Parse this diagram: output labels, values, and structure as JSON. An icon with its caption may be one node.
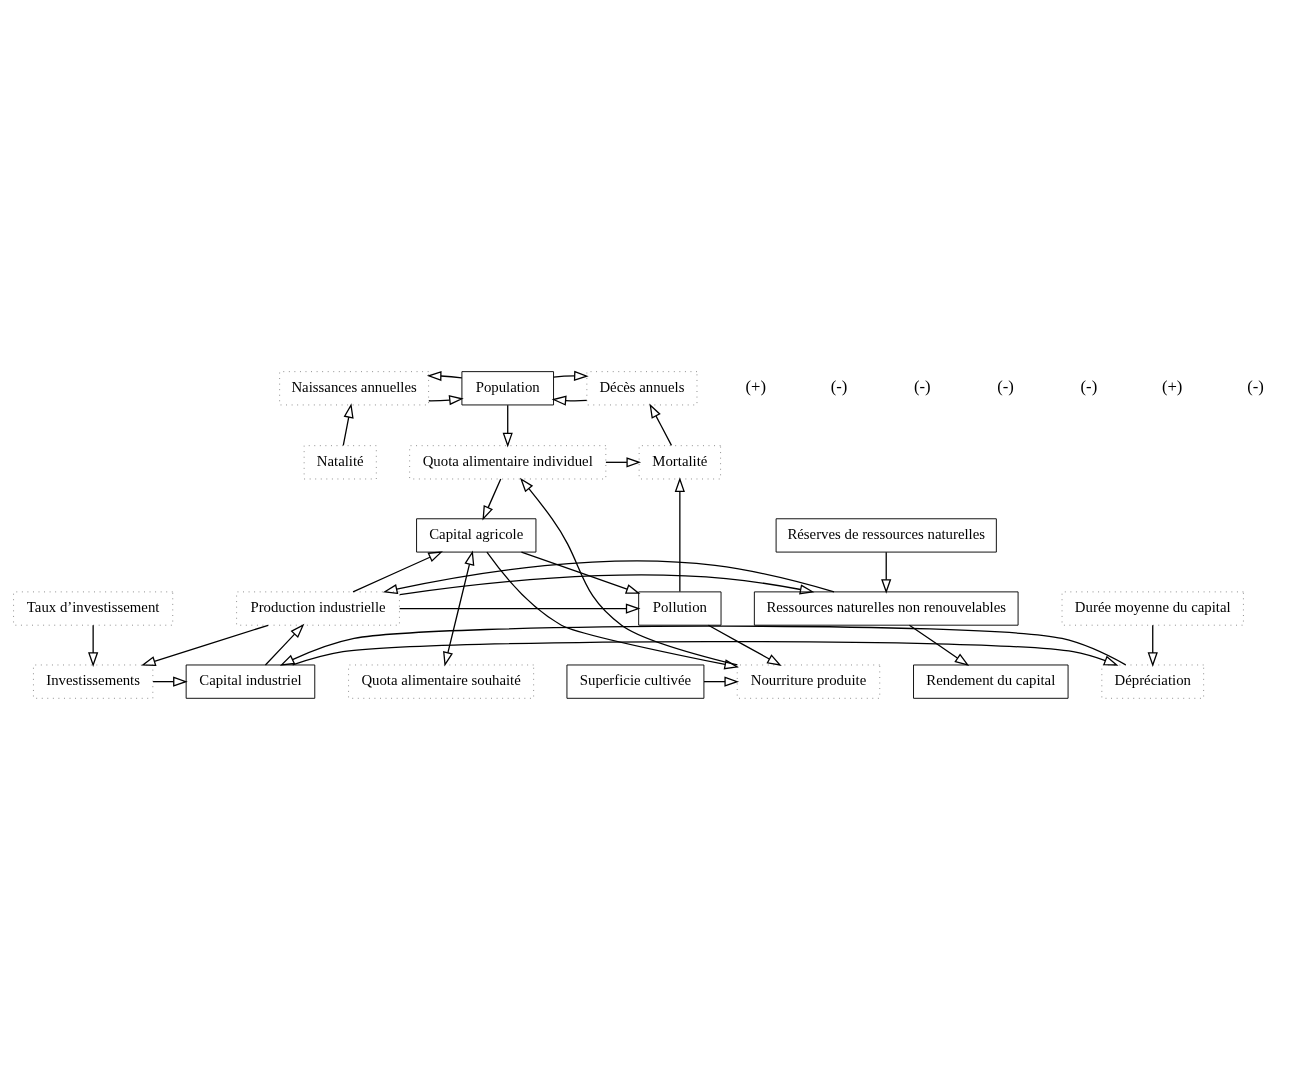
{
  "diagram": {
    "nodes": [
      {
        "text": [
          "Naissances annuelles"
        ]
      },
      {
        "text": [
          "Population"
        ]
      },
      {
        "text": [
          "Décès annuels"
        ]
      },
      {
        "text": [
          "Natalité"
        ]
      },
      {
        "text": [
          "Quota alimentaire individuel"
        ]
      },
      {
        "text": [
          "Mortalité"
        ]
      },
      {
        "text": [
          "Quota alimentaire souhaité"
        ]
      },
      {
        "text": [
          "Superficie cultivée"
        ]
      },
      {
        "text": [
          "Nourriture produite"
        ]
      },
      {
        "text": [
          "Réserves de ressources naturelles"
        ]
      },
      {
        "text": [
          "Capital agricole"
        ]
      },
      {
        "text": [
          "Ressources naturelles non renouvelables"
        ]
      },
      {
        "text": [
          "Production industrielle"
        ]
      },
      {
        "text": [
          "Pollution"
        ]
      },
      {
        "text": [
          "Rendement du capital"
        ]
      },
      {
        "text": [
          "Investissements"
        ]
      },
      {
        "text": [
          "Capital industriel"
        ]
      },
      {
        "text": [
          "Dépréciation"
        ]
      },
      {
        "text": [
          "Taux d’investissement"
        ]
      },
      {
        "text": [
          "Durée moyenne du capital"
        ]
      }
    ],
    "edges": [
      {
        "from": 0,
        "to": 1,
        "arrow": "to"
      },
      {
        "from": 1,
        "to": 0,
        "arrow": "to"
      },
      {
        "from": 2,
        "to": 1,
        "arrow": "to"
      },
      {
        "from": 1,
        "to": 2,
        "arrow": "to"
      },
      {
        "from": 3,
        "to": 0,
        "arrow": "to"
      },
      {
        "from": 1,
        "to": 4,
        "arrow": "to"
      },
      {
        "from": 5,
        "to": 2,
        "arrow": "to"
      },
      {
        "from": 4,
        "to": 5,
        "arrow": "to"
      },
      {
        "from": 8,
        "to": 4,
        "arrow": "to"
      },
      {
        "from": 4,
        "to": 10,
        "arrow": "to"
      },
      {
        "from": 6,
        "to": 10,
        "arrow": "both"
      },
      {
        "from": 7,
        "to": 8,
        "arrow": "to"
      },
      {
        "from": 10,
        "to": 8,
        "arrow": "to"
      },
      {
        "from": 13,
        "to": 8,
        "arrow": "to"
      },
      {
        "from": 10,
        "to": 13,
        "arrow": "to"
      },
      {
        "from": 12,
        "to": 10,
        "arrow": "to"
      },
      {
        "from": 12,
        "to": 13,
        "arrow": "to"
      },
      {
        "from": 13,
        "to": 5,
        "arrow": "to"
      },
      {
        "from": 9,
        "to": 11,
        "arrow": "to"
      },
      {
        "from": 11,
        "to": 14,
        "arrow": "to"
      },
      {
        "from": 12,
        "to": 11,
        "arrow": "to"
      },
      {
        "from": 11,
        "to": 12,
        "arrow": "to"
      },
      {
        "from": 12,
        "to": 15,
        "arrow": "to"
      },
      {
        "from": 15,
        "to": 16,
        "arrow": "to"
      },
      {
        "from": 18,
        "to": 15,
        "arrow": "to"
      },
      {
        "from": 16,
        "to": 12,
        "arrow": "to"
      },
      {
        "from": 16,
        "to": 17,
        "arrow": "to"
      },
      {
        "from": 17,
        "to": 16,
        "arrow": "to"
      },
      {
        "from": 19,
        "to": 17,
        "arrow": "to"
      }
    ],
    "labels": [
      "(+)",
      "(-)",
      "(-)",
      "(-)",
      "(-)",
      "(+)",
      "(-)"
    ]
  }
}
